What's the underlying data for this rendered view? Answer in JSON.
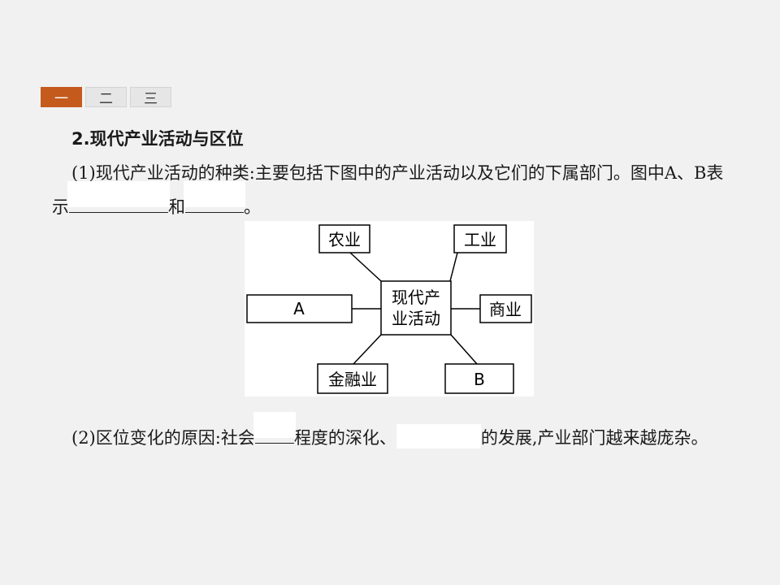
{
  "tabs": [
    "一",
    "二",
    "三"
  ],
  "heading": "2.现代产业活动与区位",
  "p1": {
    "text_a": "(1)现代产业活动的种类:主要包括下图中的产业活动以及它们的下属部门。图中A、B表示",
    "and": "和",
    "end": "。"
  },
  "diagram": {
    "center_line1": "现代产",
    "center_line2": "业活动",
    "nodes": {
      "agriculture": "农业",
      "industry": "工业",
      "a": "A",
      "commerce": "商业",
      "finance": "金融业",
      "b": "B"
    }
  },
  "p2": {
    "text_a": "(2)区位变化的原因:社会",
    "text_b": "程度的深化、",
    "text_c": "的发展,产业部门越来越庞杂。"
  }
}
